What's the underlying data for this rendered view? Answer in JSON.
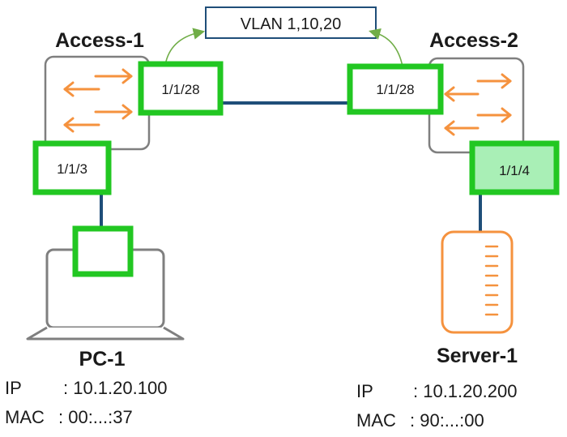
{
  "vlan_label": "VLAN 1,10,20",
  "colors": {
    "switch_arrow": "#f5923e",
    "server": "#f5923e",
    "highlight": "#22c722",
    "link": "#1f4e79",
    "vlan_box_border": "#1f4e79",
    "vlan_arrow": "#70ad47",
    "device_outline": "#7f7f7f"
  },
  "devices": {
    "access1": {
      "name": "Access-1",
      "icon": "switch-icon"
    },
    "access2": {
      "name": "Access-2",
      "icon": "switch-icon"
    },
    "pc1": {
      "name": "PC-1",
      "icon": "laptop-icon",
      "ip_key": "IP",
      "ip_value": ": 10.1.20.100",
      "mac_key": "MAC",
      "mac_value": ": 00:...:37"
    },
    "server1": {
      "name": "Server-1",
      "icon": "server-icon",
      "ip_key": "IP",
      "ip_value": ": 10.1.20.200",
      "mac_key": "MAC",
      "mac_value": ": 90:...:00"
    }
  },
  "ports": {
    "access1_uplink": "1/1/28",
    "access2_uplink": "1/1/28",
    "access1_pc": "1/1/3",
    "access2_server": "1/1/4"
  }
}
